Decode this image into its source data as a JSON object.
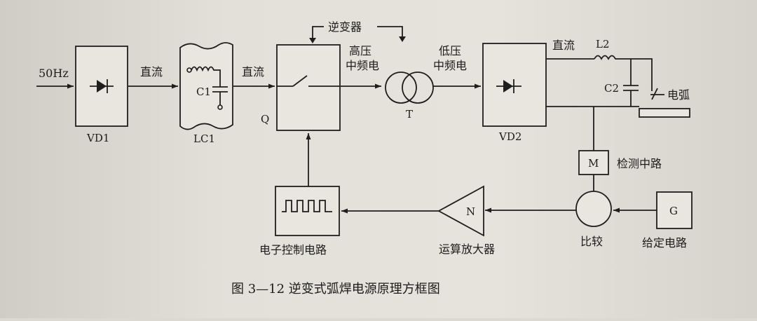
{
  "labels": {
    "input_freq": "50Hz",
    "dc_1": "直流",
    "dc_2": "直流",
    "dc_3": "直流",
    "vd1": "VD1",
    "lc1": "LC1",
    "c1": "C1",
    "q": "Q",
    "inverter": "逆变器",
    "hv_line1": "高压",
    "hv_line2": "中频电",
    "lv_line1": "低压",
    "lv_line2": "中频电",
    "t": "T",
    "vd2": "VD2",
    "l2": "L2",
    "c2": "C2",
    "arc": "电弧",
    "m": "M",
    "detect": "检测中路",
    "n": "N",
    "opamp": "运算放大器",
    "control": "电子控制电路",
    "compare": "比较",
    "g": "G",
    "setpoint": "给定电路"
  },
  "caption": "图 3—12    逆变式弧焊电源原理方框图"
}
